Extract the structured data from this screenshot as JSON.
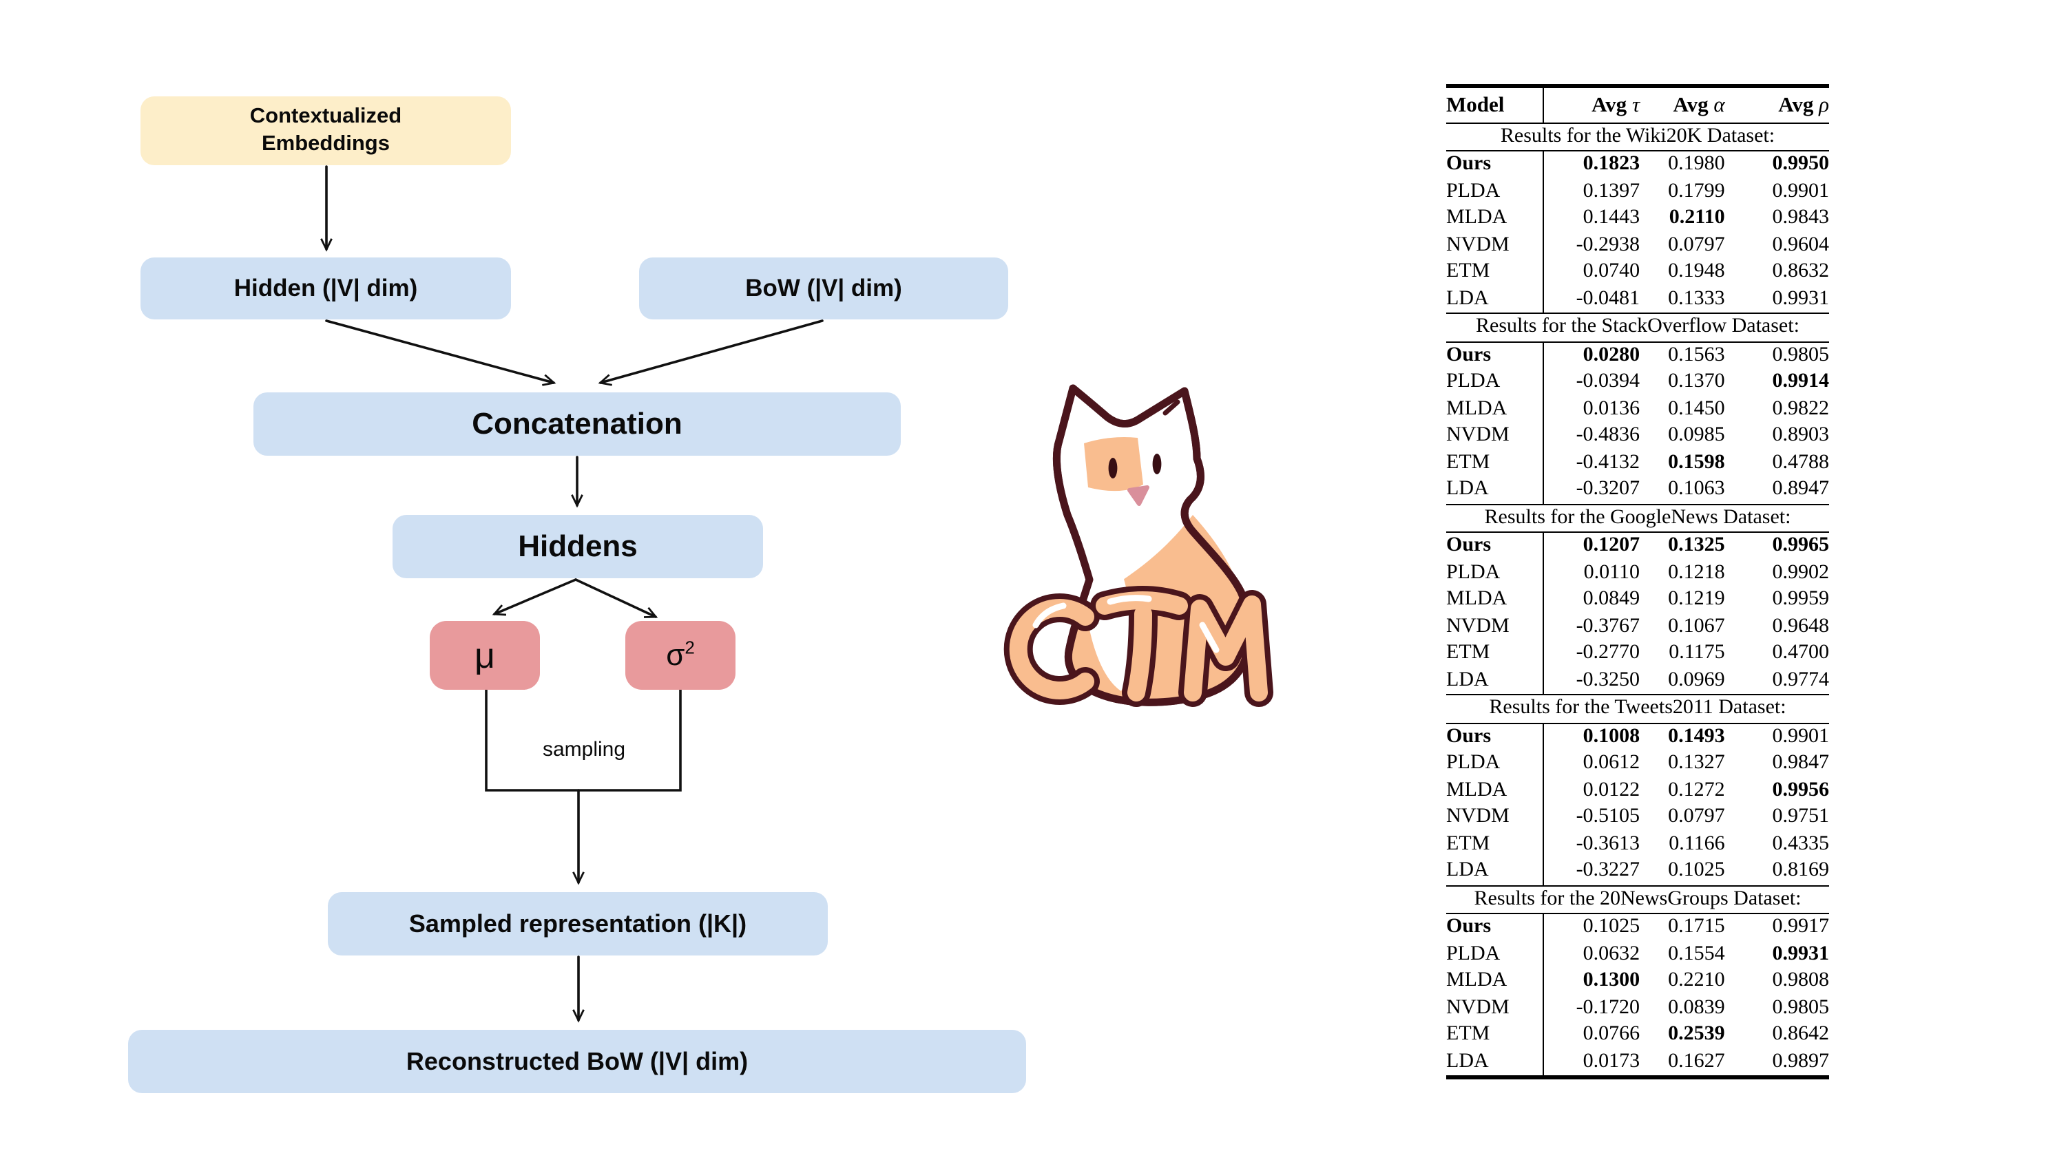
{
  "diagram": {
    "nodes": {
      "contextualized": {
        "line1": "Contextualized",
        "line2": "Embeddings"
      },
      "hidden": {
        "label": "Hidden (|V| dim)"
      },
      "bow": {
        "label": "BoW (|V| dim)"
      },
      "concatenation": {
        "label": "Concatenation"
      },
      "hiddens": {
        "label": "Hiddens"
      },
      "mu": {
        "label": "μ"
      },
      "sigma": {
        "base": "σ",
        "sup": "2"
      },
      "sampled": {
        "label": "Sampled representation (|K|)"
      },
      "reconstructed": {
        "label": "Reconstructed BoW (|V| dim)"
      }
    },
    "edge_label": "sampling",
    "colors": {
      "yellow_box": "#fdeec9",
      "blue_box": "#cfe0f3",
      "pink_box": "#e89a9c",
      "arrow": "#111111"
    }
  },
  "logo": {
    "letters": "CTM",
    "outline_color": "#4a151c",
    "fur_orange": "#f9bd8f",
    "nose_pink": "#d98f9b",
    "eye_color": "#380f14"
  },
  "table": {
    "header": {
      "model": "Model",
      "columns": [
        {
          "prefix": "Avg",
          "symbol": "τ"
        },
        {
          "prefix": "Avg",
          "symbol": "α"
        },
        {
          "prefix": "Avg",
          "symbol": "ρ"
        }
      ]
    },
    "sections": [
      {
        "title": "Results for the Wiki20K Dataset:",
        "rows": [
          {
            "model": "Ours",
            "model_bold": true,
            "values": [
              {
                "v": "0.1823",
                "b": true
              },
              {
                "v": "0.1980",
                "b": false
              },
              {
                "v": "0.9950",
                "b": true
              }
            ]
          },
          {
            "model": "PLDA",
            "model_bold": false,
            "values": [
              {
                "v": "0.1397",
                "b": false
              },
              {
                "v": "0.1799",
                "b": false
              },
              {
                "v": "0.9901",
                "b": false
              }
            ]
          },
          {
            "model": "MLDA",
            "model_bold": false,
            "values": [
              {
                "v": "0.1443",
                "b": false
              },
              {
                "v": "0.2110",
                "b": true
              },
              {
                "v": "0.9843",
                "b": false
              }
            ]
          },
          {
            "model": "NVDM",
            "model_bold": false,
            "values": [
              {
                "v": "-0.2938",
                "b": false
              },
              {
                "v": "0.0797",
                "b": false
              },
              {
                "v": "0.9604",
                "b": false
              }
            ]
          },
          {
            "model": "ETM",
            "model_bold": false,
            "values": [
              {
                "v": "0.0740",
                "b": false
              },
              {
                "v": "0.1948",
                "b": false
              },
              {
                "v": "0.8632",
                "b": false
              }
            ]
          },
          {
            "model": "LDA",
            "model_bold": false,
            "values": [
              {
                "v": "-0.0481",
                "b": false
              },
              {
                "v": "0.1333",
                "b": false
              },
              {
                "v": "0.9931",
                "b": false
              }
            ]
          }
        ]
      },
      {
        "title": "Results for the StackOverflow Dataset:",
        "rows": [
          {
            "model": "Ours",
            "model_bold": true,
            "values": [
              {
                "v": "0.0280",
                "b": true
              },
              {
                "v": "0.1563",
                "b": false
              },
              {
                "v": "0.9805",
                "b": false
              }
            ]
          },
          {
            "model": "PLDA",
            "model_bold": false,
            "values": [
              {
                "v": "-0.0394",
                "b": false
              },
              {
                "v": "0.1370",
                "b": false
              },
              {
                "v": "0.9914",
                "b": true
              }
            ]
          },
          {
            "model": "MLDA",
            "model_bold": false,
            "values": [
              {
                "v": "0.0136",
                "b": false
              },
              {
                "v": "0.1450",
                "b": false
              },
              {
                "v": "0.9822",
                "b": false
              }
            ]
          },
          {
            "model": "NVDM",
            "model_bold": false,
            "values": [
              {
                "v": "-0.4836",
                "b": false
              },
              {
                "v": "0.0985",
                "b": false
              },
              {
                "v": "0.8903",
                "b": false
              }
            ]
          },
          {
            "model": "ETM",
            "model_bold": false,
            "values": [
              {
                "v": "-0.4132",
                "b": false
              },
              {
                "v": "0.1598",
                "b": true
              },
              {
                "v": "0.4788",
                "b": false
              }
            ]
          },
          {
            "model": "LDA",
            "model_bold": false,
            "values": [
              {
                "v": "-0.3207",
                "b": false
              },
              {
                "v": "0.1063",
                "b": false
              },
              {
                "v": "0.8947",
                "b": false
              }
            ]
          }
        ]
      },
      {
        "title": "Results for the GoogleNews Dataset:",
        "rows": [
          {
            "model": "Ours",
            "model_bold": true,
            "values": [
              {
                "v": "0.1207",
                "b": true
              },
              {
                "v": "0.1325",
                "b": true
              },
              {
                "v": "0.9965",
                "b": true
              }
            ]
          },
          {
            "model": "PLDA",
            "model_bold": false,
            "values": [
              {
                "v": "0.0110",
                "b": false
              },
              {
                "v": "0.1218",
                "b": false
              },
              {
                "v": "0.9902",
                "b": false
              }
            ]
          },
          {
            "model": "MLDA",
            "model_bold": false,
            "values": [
              {
                "v": "0.0849",
                "b": false
              },
              {
                "v": "0.1219",
                "b": false
              },
              {
                "v": "0.9959",
                "b": false
              }
            ]
          },
          {
            "model": "NVDM",
            "model_bold": false,
            "values": [
              {
                "v": "-0.3767",
                "b": false
              },
              {
                "v": "0.1067",
                "b": false
              },
              {
                "v": "0.9648",
                "b": false
              }
            ]
          },
          {
            "model": "ETM",
            "model_bold": false,
            "values": [
              {
                "v": "-0.2770",
                "b": false
              },
              {
                "v": "0.1175",
                "b": false
              },
              {
                "v": "0.4700",
                "b": false
              }
            ]
          },
          {
            "model": "LDA",
            "model_bold": false,
            "values": [
              {
                "v": "-0.3250",
                "b": false
              },
              {
                "v": "0.0969",
                "b": false
              },
              {
                "v": "0.9774",
                "b": false
              }
            ]
          }
        ]
      },
      {
        "title": "Results for the Tweets2011 Dataset:",
        "rows": [
          {
            "model": "Ours",
            "model_bold": true,
            "values": [
              {
                "v": "0.1008",
                "b": true
              },
              {
                "v": "0.1493",
                "b": true
              },
              {
                "v": "0.9901",
                "b": false
              }
            ]
          },
          {
            "model": "PLDA",
            "model_bold": false,
            "values": [
              {
                "v": "0.0612",
                "b": false
              },
              {
                "v": "0.1327",
                "b": false
              },
              {
                "v": "0.9847",
                "b": false
              }
            ]
          },
          {
            "model": "MLDA",
            "model_bold": false,
            "values": [
              {
                "v": "0.0122",
                "b": false
              },
              {
                "v": "0.1272",
                "b": false
              },
              {
                "v": "0.9956",
                "b": true
              }
            ]
          },
          {
            "model": "NVDM",
            "model_bold": false,
            "values": [
              {
                "v": "-0.5105",
                "b": false
              },
              {
                "v": "0.0797",
                "b": false
              },
              {
                "v": "0.9751",
                "b": false
              }
            ]
          },
          {
            "model": "ETM",
            "model_bold": false,
            "values": [
              {
                "v": "-0.3613",
                "b": false
              },
              {
                "v": "0.1166",
                "b": false
              },
              {
                "v": "0.4335",
                "b": false
              }
            ]
          },
          {
            "model": "LDA",
            "model_bold": false,
            "values": [
              {
                "v": "-0.3227",
                "b": false
              },
              {
                "v": "0.1025",
                "b": false
              },
              {
                "v": "0.8169",
                "b": false
              }
            ]
          }
        ]
      },
      {
        "title": "Results for the 20NewsGroups Dataset:",
        "rows": [
          {
            "model": "Ours",
            "model_bold": true,
            "values": [
              {
                "v": "0.1025",
                "b": false
              },
              {
                "v": "0.1715",
                "b": false
              },
              {
                "v": "0.9917",
                "b": false
              }
            ]
          },
          {
            "model": "PLDA",
            "model_bold": false,
            "values": [
              {
                "v": "0.0632",
                "b": false
              },
              {
                "v": "0.1554",
                "b": false
              },
              {
                "v": "0.9931",
                "b": true
              }
            ]
          },
          {
            "model": "MLDA",
            "model_bold": false,
            "values": [
              {
                "v": "0.1300",
                "b": true
              },
              {
                "v": "0.2210",
                "b": false
              },
              {
                "v": "0.9808",
                "b": false
              }
            ]
          },
          {
            "model": "NVDM",
            "model_bold": false,
            "values": [
              {
                "v": "-0.1720",
                "b": false
              },
              {
                "v": "0.0839",
                "b": false
              },
              {
                "v": "0.9805",
                "b": false
              }
            ]
          },
          {
            "model": "ETM",
            "model_bold": false,
            "values": [
              {
                "v": "0.0766",
                "b": false
              },
              {
                "v": "0.2539",
                "b": true
              },
              {
                "v": "0.8642",
                "b": false
              }
            ]
          },
          {
            "model": "LDA",
            "model_bold": false,
            "values": [
              {
                "v": "0.0173",
                "b": false
              },
              {
                "v": "0.1627",
                "b": false
              },
              {
                "v": "0.9897",
                "b": false
              }
            ]
          }
        ]
      }
    ]
  }
}
